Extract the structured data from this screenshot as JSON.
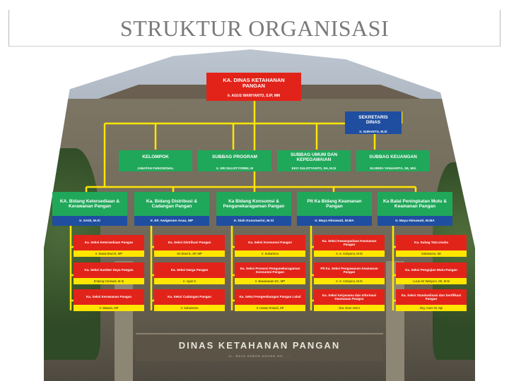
{
  "slide": {
    "title": "STRUKTUR ORGANISASI"
  },
  "building": {
    "sign": "DINAS KETAHANAN PANGAN",
    "sign_sub": "JL. RAYA KEBON AGUNG NO. ..."
  },
  "colors": {
    "red": "#e2231a",
    "green": "#20a85a",
    "blue": "#1f4ea1",
    "yellow": "#ffe600",
    "lines": "#ffe600"
  },
  "head": {
    "title": "KA. DINAS KETAHANAN PANGAN",
    "name": "Ir. AGUS WARIYANTO, SJP, MM"
  },
  "secretary": {
    "title": "SEKRETARIS DINAS",
    "name": "Ir. SURANTO, M.Si"
  },
  "subbag": [
    {
      "title": "KELOMPOK",
      "name": "JABATAN FUNGSIONAL"
    },
    {
      "title": "SUBBAG PROGRAM",
      "name": "Ir. SRI SULISTYORINI, M"
    },
    {
      "title": "SUBBAG UMUM DAN KEPEGAWAIAN",
      "name": "EKO SULISTYANTO, SH, M.Si"
    },
    {
      "title": "SUBBAG KEUANGAN",
      "name": "ELVIERA YANUARITA, SE, MSi"
    }
  ],
  "bidang": [
    {
      "title": "KA. Bidang Ketersediaan & Kerawanan Pangan",
      "name": "Ir. SADI, M.Si"
    },
    {
      "title": "Ka. Bidang Distribusi & Cadangan Pangan",
      "name": "Ir. EF. Awigenam Asau, MP"
    },
    {
      "title": "Ka Bidang Konsumsi & Penganekaragaman Pangan",
      "name": "Ir. Diah Kusumarini, M.Si"
    },
    {
      "title": "Plt Ka Bidang Keamanan Pangan",
      "name": "Ir. Maya Himawati, M.MA"
    },
    {
      "title": "Ka Balai Peningkatan Mutu & Keamanan Pangan",
      "name": "Ir. Maya Himawati, M.MA"
    }
  ],
  "seksi": [
    [
      {
        "title": "Ka. Seksi Ketersediaan Pangan",
        "name": "Ir. Dewa Dewi E, MP"
      },
      {
        "title": "Ka. Seksi Sumber Daya Pangan",
        "name": "Endang Citrawati, M.Si"
      },
      {
        "title": "Ka. Seksi Kerawanan Pangan",
        "name": "Ir. Wawan, MP"
      }
    ],
    [
      {
        "title": "Ka. Seksi Distribusi Pangan",
        "name": "Sri Dewi E, SP, MP"
      },
      {
        "title": "Ka. Seksi Harga Pangan",
        "name": "Ir. Agus S"
      },
      {
        "title": "Ka. Seksi Cadangan Pangan",
        "name": "Ir. Suharsono"
      }
    ],
    [
      {
        "title": "Ka. Seksi Konsumsi Pangan",
        "name": "Ir. Suhartono"
      },
      {
        "title": "Ka. Seksi Promosi Penganekaragaman Konsumsi Pangan",
        "name": "Ir. Bawarawan DC, MP"
      },
      {
        "title": "Ka. Seksi Pengembangan Pangan Lokal",
        "name": "Ir. Hasan Rosedi, SP"
      }
    ],
    [
      {
        "title": "Ka. Seksi Kewaspadaan Keamanan Pangan",
        "name": "Ir. S. Cahyono, M.Si"
      },
      {
        "title": "Plt Ka. Seksi Pengawasan Keamanan Pangan",
        "name": "Ir. S. Cahyono, M.Si"
      },
      {
        "title": "Ka. Seksi Kerjasama dan Informasi Keamanan Pangan",
        "name": "Dra. Noor Herni"
      }
    ],
    [
      {
        "title": "Ka. Subag Tata Usaha",
        "name": "Suharsono, SE"
      },
      {
        "title": "Ka. Seksi Pengujian Mutu Pangan",
        "name": "Lucia Sri Wahyuni, SE, M.M"
      },
      {
        "title": "Ka. Seksi Standardisasi dan Sertifikasi Pangan",
        "name": "Drg. Arum W, Spi"
      }
    ]
  ]
}
